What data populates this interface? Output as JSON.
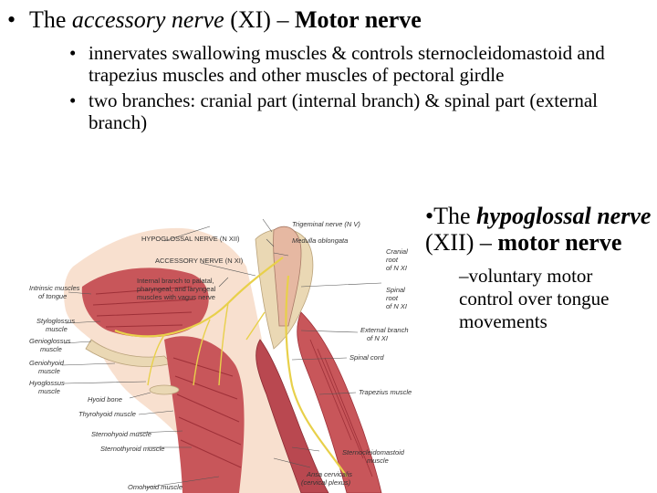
{
  "bullet_glyph": "•",
  "main": {
    "prefix": "The ",
    "name": "accessory nerve",
    "number": " (XI) – ",
    "type": "Motor nerve"
  },
  "sub_items": [
    "innervates swallowing muscles & controls sternocleidomastoid and trapezius muscles and other muscles of pectoral girdle",
    "two branches: cranial part (internal branch) & spinal part (external branch)"
  ],
  "right": {
    "bullet": "•",
    "prefix": "The ",
    "name": "hypoglossal nerve",
    "number": " (XII) – ",
    "type": "motor nerve",
    "sub": "–voluntary motor control over tongue movements"
  },
  "figure_labels": {
    "trigeminal": "Trigeminal nerve (N V)",
    "hypoglossal": "HYPOGLOSSAL NERVE (N XII)",
    "medulla": "Medulla oblongata",
    "accessory": "ACCESSORY NERVE (N XI)",
    "cranial_root_1": "Cranial",
    "cranial_root_2": "root",
    "cranial_root_3": "of N XI",
    "internal_1": "Internal branch to palatal,",
    "internal_2": "pharyngeal, and laryngeal",
    "internal_3": "muscles with vagus nerve",
    "intrinsic_1": "Intrinsic muscles",
    "intrinsic_2": "of tongue",
    "spinal_root_1": "Spinal",
    "spinal_root_2": "root",
    "spinal_root_3": "of N XI",
    "styloglossus_1": "Styloglossus",
    "styloglossus_2": "muscle",
    "genioglossus_1": "Genioglossus",
    "genioglossus_2": "muscle",
    "external_1": "External branch",
    "external_2": "of N XI",
    "geniohyoid_1": "Geniohyoid",
    "geniohyoid_2": "muscle",
    "spinal_cord": "Spinal cord",
    "hyoglossus_1": "Hyoglossus",
    "hyoglossus_2": "muscle",
    "hyoid": "Hyoid bone",
    "trapezius": "Trapezius muscle",
    "thyrohyoid": "Thyrohyoid muscle",
    "sternohyoid": "Sternohyoid muscle",
    "sternothyroid": "Sternothyroid muscle",
    "scm_1": "Sternocleidomastoid",
    "scm_2": "muscle",
    "ansa_1": "Ansa cervicalis",
    "ansa_2": "(cervical plexus)",
    "omohyoid": "Omohyoid muscle"
  },
  "colors": {
    "muscle": "#c8565a",
    "muscle_dark": "#9e3038",
    "nerve": "#e8d04a",
    "bone": "#ead8b4",
    "skin": "#f2c7a8"
  }
}
